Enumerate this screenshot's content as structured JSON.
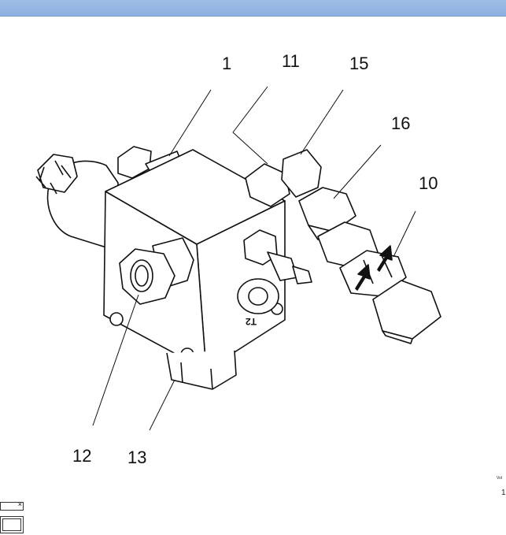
{
  "labels": {
    "l1": "1",
    "l11": "11",
    "l15": "15",
    "l16": "16",
    "l10": "10",
    "l12": "12",
    "l13": "13"
  },
  "edge_text": {
    "small": "Vol",
    "digit": "1"
  },
  "mini_window": {
    "close_glyph": "×"
  },
  "colors": {
    "title_bar": "#8db0e0",
    "line": "#111111"
  }
}
